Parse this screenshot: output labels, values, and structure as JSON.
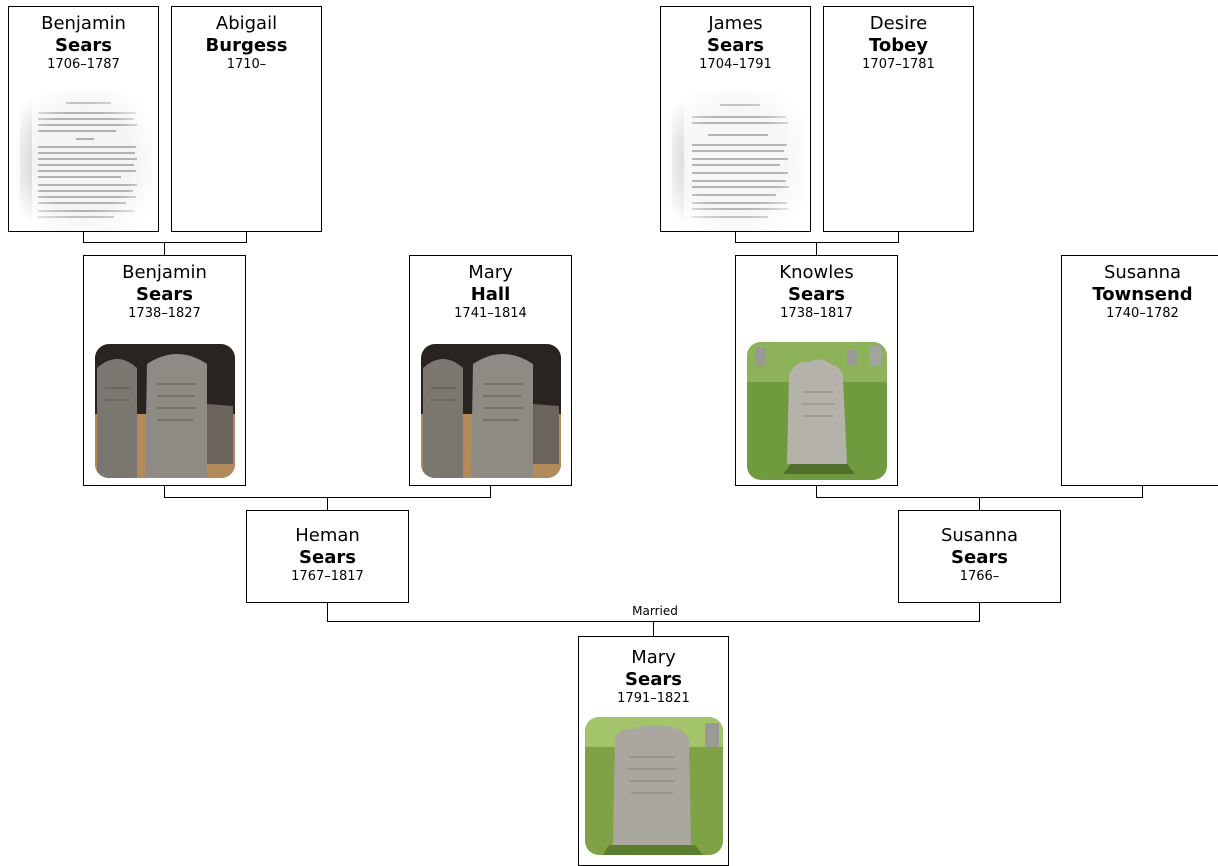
{
  "people": {
    "benjamin_sears_1706": {
      "given": "Benjamin",
      "surname": "Sears",
      "dates": "1706–1787",
      "photo": "document-scan-photo"
    },
    "abigail_burgess": {
      "given": "Abigail",
      "surname": "Burgess",
      "dates": "1710–"
    },
    "james_sears": {
      "given": "James",
      "surname": "Sears",
      "dates": "1704–1791",
      "photo": "document-scan-photo"
    },
    "desire_tobey": {
      "given": "Desire",
      "surname": "Tobey",
      "dates": "1707–1781"
    },
    "benjamin_sears_1738": {
      "given": "Benjamin",
      "surname": "Sears",
      "dates": "1738–1827",
      "photo": "double-gravestone-photo"
    },
    "mary_hall": {
      "given": "Mary",
      "surname": "Hall",
      "dates": "1741–1814",
      "photo": "double-gravestone-photo"
    },
    "knowles_sears": {
      "given": "Knowles",
      "surname": "Sears",
      "dates": "1738–1817",
      "photo": "gravestone-photo"
    },
    "susanna_townsend": {
      "given": "Susanna",
      "surname": "Townsend",
      "dates": "1740–1782"
    },
    "heman_sears": {
      "given": "Heman",
      "surname": "Sears",
      "dates": "1767–1817"
    },
    "susanna_sears": {
      "given": "Susanna",
      "surname": "Sears",
      "dates": "1766–"
    },
    "mary_sears": {
      "given": "Mary",
      "surname": "Sears",
      "dates": "1791–1821",
      "photo": "gravestone-photo"
    }
  },
  "marriage_label": "Married",
  "colors": {
    "border": "#000000",
    "background": "#ffffff"
  }
}
